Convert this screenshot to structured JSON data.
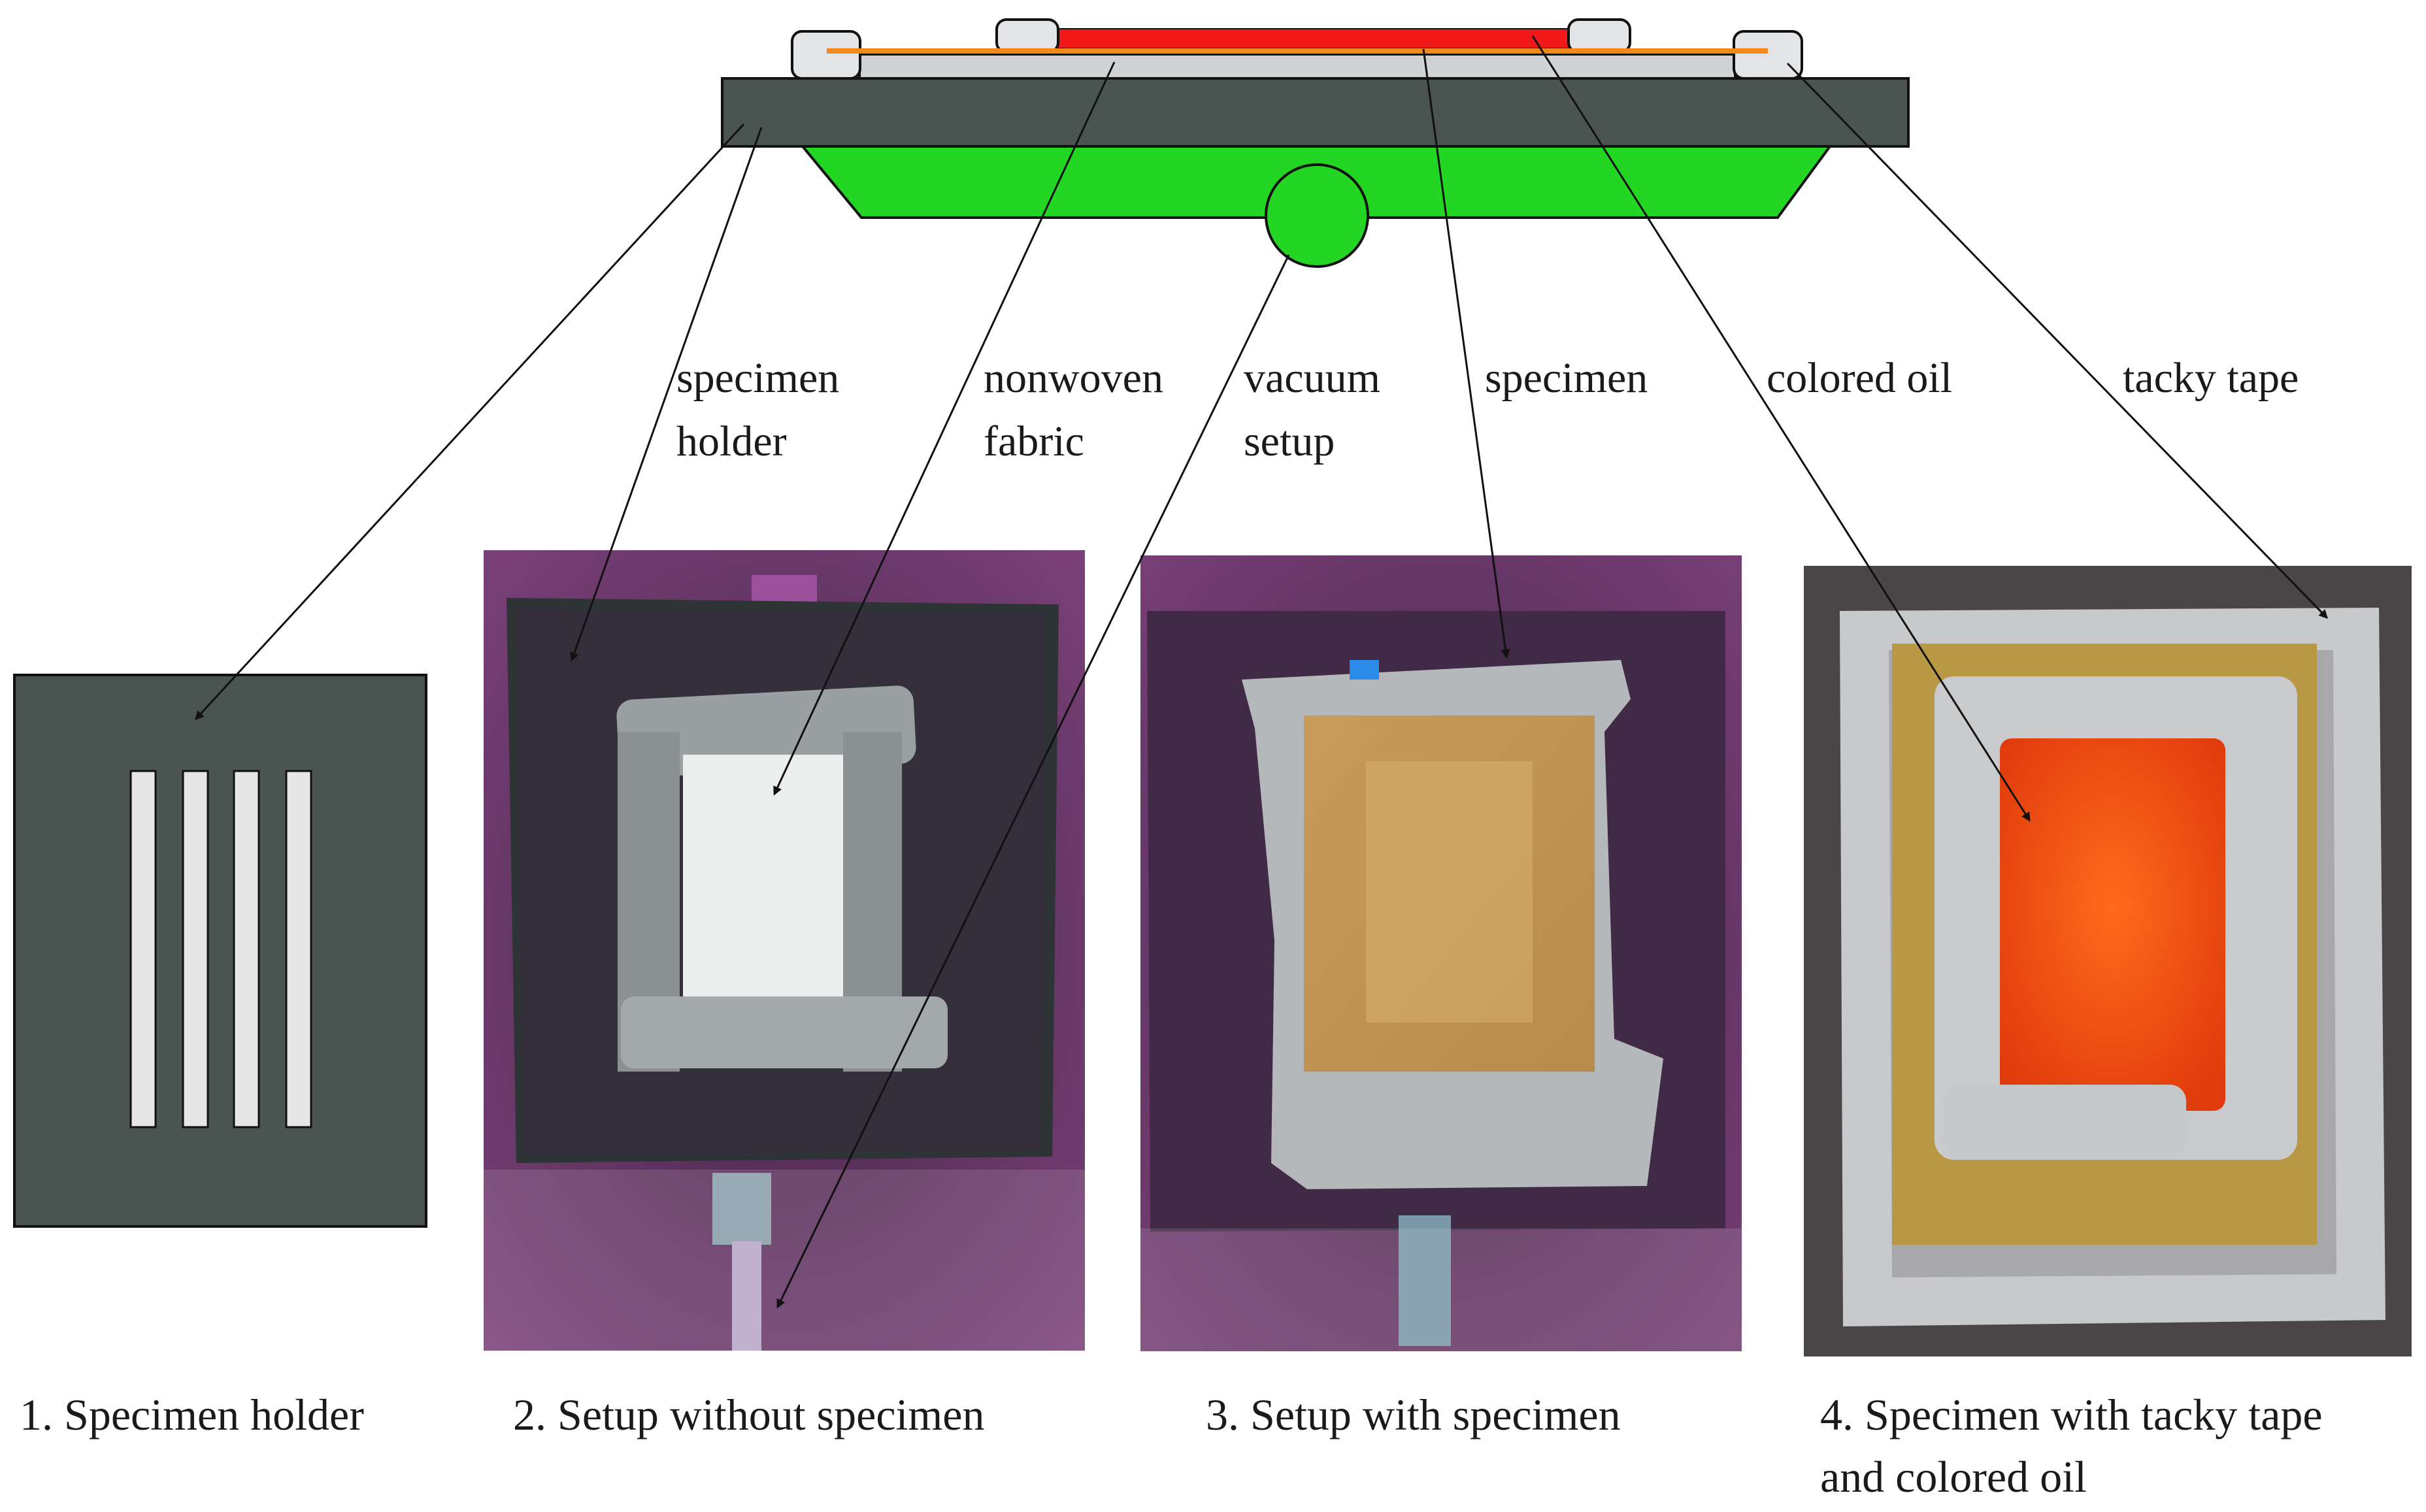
{
  "labels": {
    "specimen_holder": [
      "specimen",
      "holder"
    ],
    "nonwoven_fabric": [
      "nonwoven",
      "fabric"
    ],
    "vacuum_setup": [
      "vacuum",
      "setup"
    ],
    "specimen": "specimen",
    "colored_oil": "colored oil",
    "tacky_tape": "tacky tape"
  },
  "captions": {
    "c1": "1. Specimen holder",
    "c2": "2. Setup without specimen",
    "c3": "3. Setup with specimen",
    "c4_line1": "4. Specimen with tacky tape",
    "c4_line2": "and colored oil"
  },
  "colors": {
    "holder": "#4a5551",
    "vacuum": "#23d623",
    "oil_strip": "#f01818",
    "orange_line": "#f08a1a",
    "fabric_plate": "#cfd3d6",
    "tape": "#e2e4e6"
  }
}
